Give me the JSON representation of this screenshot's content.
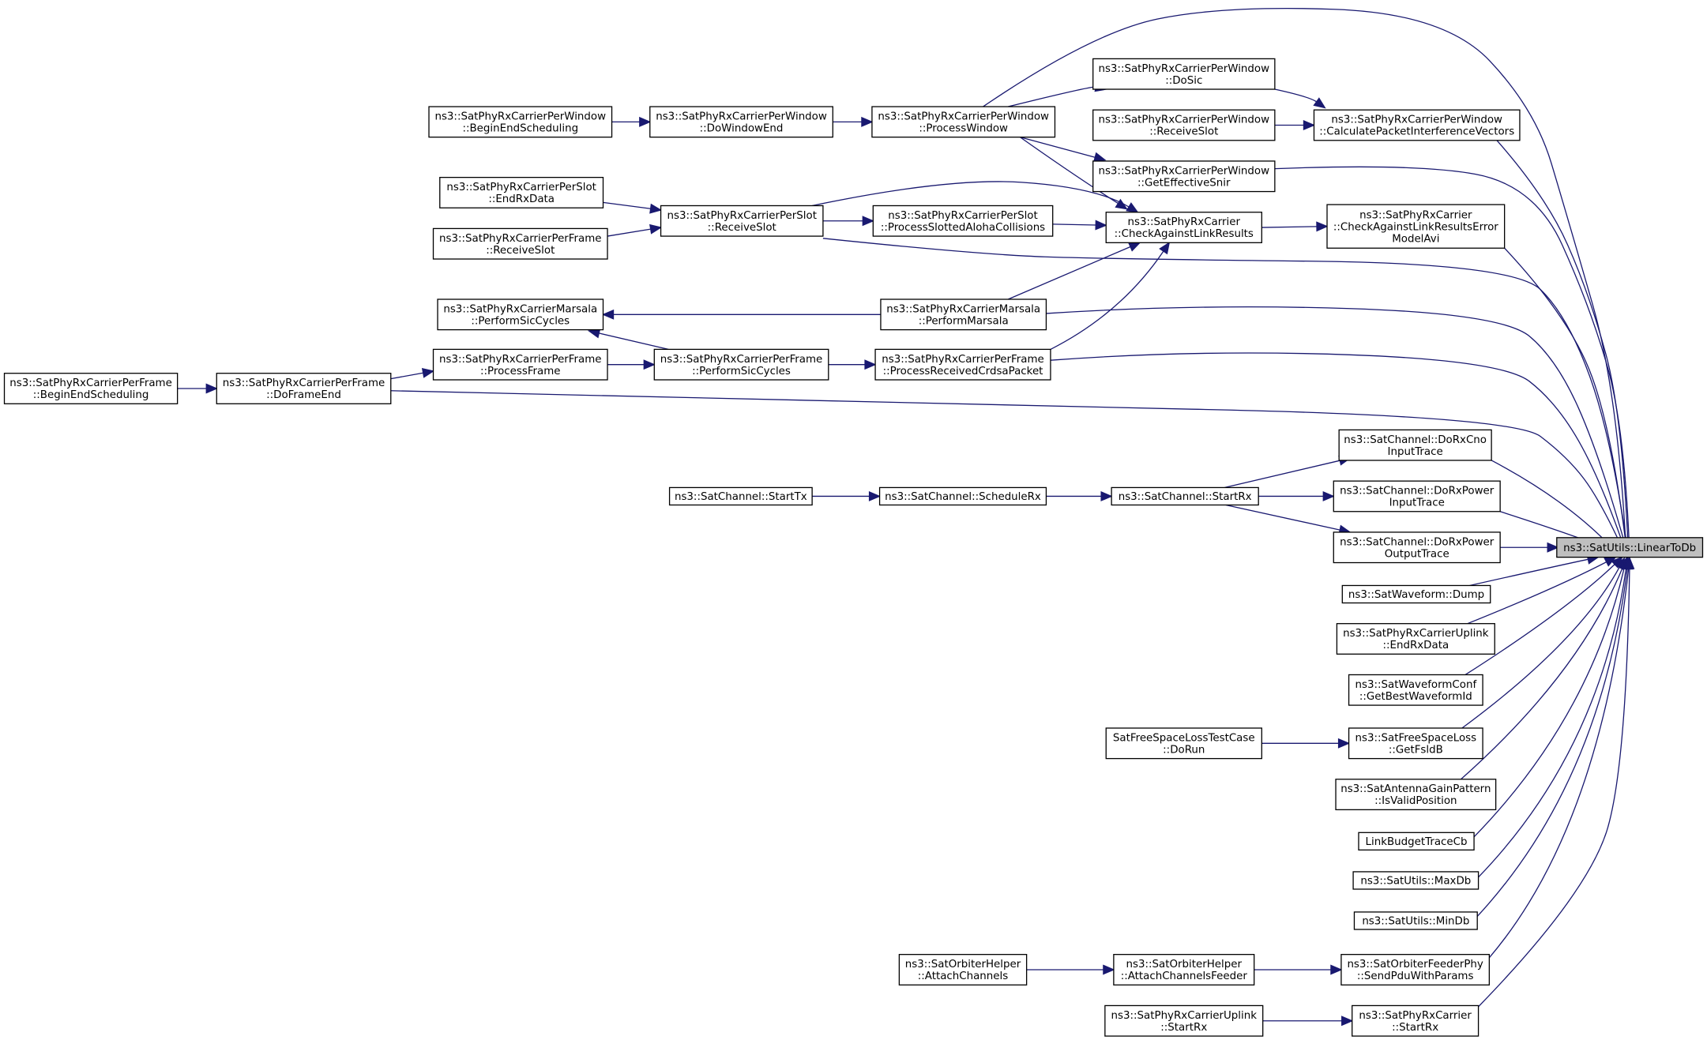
{
  "title": "",
  "colors": {
    "edge": "#191970",
    "node_border": "#000000",
    "current_node_fill": "#bfbfbf",
    "background": "#ffffff"
  },
  "nodes": {
    "n0": {
      "lines": [
        "ns3::SatUtils::LinearToDb"
      ],
      "current": true
    },
    "n1": {
      "lines": [
        "ns3::SatPhyRxCarrierPerWindow",
        "::DoSic"
      ]
    },
    "n2": {
      "lines": [
        "ns3::SatPhyRxCarrierPerWindow",
        "::ReceiveSlot"
      ]
    },
    "n3": {
      "lines": [
        "ns3::SatPhyRxCarrierPerWindow",
        "::CalculatePacketInterferenceVectors"
      ]
    },
    "n4": {
      "lines": [
        "ns3::SatPhyRxCarrierPerWindow",
        "::BeginEndScheduling"
      ]
    },
    "n5": {
      "lines": [
        "ns3::SatPhyRxCarrierPerWindow",
        "::DoWindowEnd"
      ]
    },
    "n6": {
      "lines": [
        "ns3::SatPhyRxCarrierPerWindow",
        "::ProcessWindow"
      ]
    },
    "n7": {
      "lines": [
        "ns3::SatPhyRxCarrierPerWindow",
        "::GetEffectiveSnir"
      ]
    },
    "n8": {
      "lines": [
        "ns3::SatPhyRxCarrierPerSlot",
        "::EndRxData"
      ]
    },
    "n9": {
      "lines": [
        "ns3::SatPhyRxCarrierPerFrame",
        "::ReceiveSlot"
      ]
    },
    "n10": {
      "lines": [
        "ns3::SatPhyRxCarrierPerSlot",
        "::ReceiveSlot"
      ]
    },
    "n11": {
      "lines": [
        "ns3::SatPhyRxCarrierPerSlot",
        "::ProcessSlottedAlohaCollisions"
      ]
    },
    "n12": {
      "lines": [
        "ns3::SatPhyRxCarrier",
        "::CheckAgainstLinkResults"
      ]
    },
    "n13": {
      "lines": [
        "ns3::SatPhyRxCarrier",
        "::CheckAgainstLinkResultsError",
        "ModelAvi"
      ]
    },
    "n14": {
      "lines": [
        "ns3::SatPhyRxCarrierMarsala",
        "::PerformSicCycles"
      ]
    },
    "n15": {
      "lines": [
        "ns3::SatPhyRxCarrierMarsala",
        "::PerformMarsala"
      ]
    },
    "n16": {
      "lines": [
        "ns3::SatPhyRxCarrierPerFrame",
        "::BeginEndScheduling"
      ]
    },
    "n17": {
      "lines": [
        "ns3::SatPhyRxCarrierPerFrame",
        "::DoFrameEnd"
      ]
    },
    "n18": {
      "lines": [
        "ns3::SatPhyRxCarrierPerFrame",
        "::ProcessFrame"
      ]
    },
    "n19": {
      "lines": [
        "ns3::SatPhyRxCarrierPerFrame",
        "::PerformSicCycles"
      ]
    },
    "n20": {
      "lines": [
        "ns3::SatPhyRxCarrierPerFrame",
        "::ProcessReceivedCrdsaPacket"
      ]
    },
    "n21": {
      "lines": [
        "ns3::SatChannel::DoRxCno",
        "InputTrace"
      ]
    },
    "n22": {
      "lines": [
        "ns3::SatChannel::StartTx"
      ]
    },
    "n23": {
      "lines": [
        "ns3::SatChannel::ScheduleRx"
      ]
    },
    "n24": {
      "lines": [
        "ns3::SatChannel::StartRx"
      ]
    },
    "n25": {
      "lines": [
        "ns3::SatChannel::DoRxPower",
        "InputTrace"
      ]
    },
    "n26": {
      "lines": [
        "ns3::SatChannel::DoRxPower",
        "OutputTrace"
      ]
    },
    "n27": {
      "lines": [
        "ns3::SatWaveform::Dump"
      ]
    },
    "n28": {
      "lines": [
        "ns3::SatPhyRxCarrierUplink",
        "::EndRxData"
      ]
    },
    "n29": {
      "lines": [
        "ns3::SatWaveformConf",
        "::GetBestWaveformId"
      ]
    },
    "n30": {
      "lines": [
        "SatFreeSpaceLossTestCase",
        "::DoRun"
      ]
    },
    "n31": {
      "lines": [
        "ns3::SatFreeSpaceLoss",
        "::GetFsldB"
      ]
    },
    "n32": {
      "lines": [
        "ns3::SatAntennaGainPattern",
        "::IsValidPosition"
      ]
    },
    "n33": {
      "lines": [
        "LinkBudgetTraceCb"
      ]
    },
    "n34": {
      "lines": [
        "ns3::SatUtils::MaxDb"
      ]
    },
    "n35": {
      "lines": [
        "ns3::SatUtils::MinDb"
      ]
    },
    "n36": {
      "lines": [
        "ns3::SatOrbiterHelper",
        "::AttachChannels"
      ]
    },
    "n37": {
      "lines": [
        "ns3::SatOrbiterHelper",
        "::AttachChannelsFeeder"
      ]
    },
    "n38": {
      "lines": [
        "ns3::SatOrbiterFeederPhy",
        "::SendPduWithParams"
      ]
    },
    "n39": {
      "lines": [
        "ns3::SatPhyRxCarrierUplink",
        "::StartRx"
      ]
    },
    "n40": {
      "lines": [
        "ns3::SatPhyRxCarrier",
        "::StartRx"
      ]
    }
  }
}
